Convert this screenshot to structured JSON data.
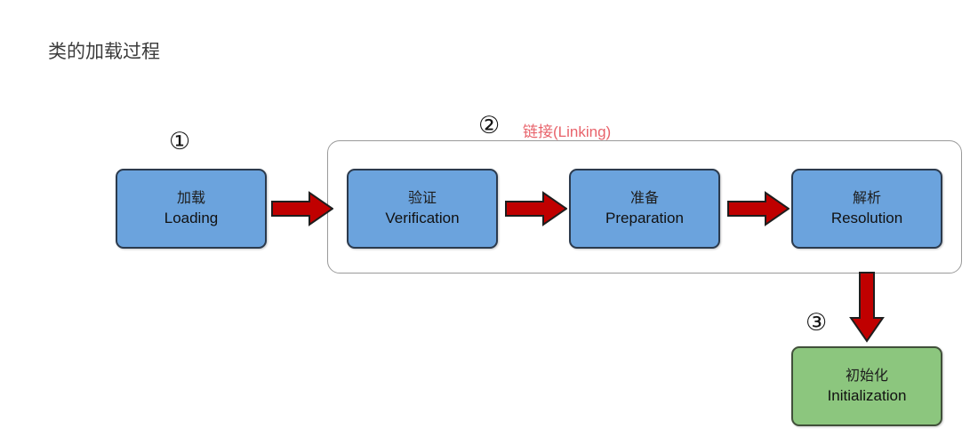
{
  "title": "类的加载过程",
  "colors": {
    "box_blue_fill": "#6ba3dd",
    "box_blue_border": "#2b3a4d",
    "box_green_fill": "#8cc67e",
    "box_green_border": "#41503a",
    "arrow_red": "#c00000",
    "arrow_outline": "#1e1e1e",
    "group_border": "#9a9a9a",
    "group_label_red": "#e8636b",
    "background": "#ffffff"
  },
  "steps": [
    {
      "badge": "①",
      "cn": "加载",
      "en": "Loading",
      "variant": "blue"
    },
    {
      "badge": "②",
      "cn": "验证",
      "en": "Verification",
      "variant": "blue"
    },
    {
      "badge": "",
      "cn": "准备",
      "en": "Preparation",
      "variant": "blue"
    },
    {
      "badge": "",
      "cn": "解析",
      "en": "Resolution",
      "variant": "blue"
    },
    {
      "badge": "③",
      "cn": "初始化",
      "en": "Initialization",
      "variant": "green"
    }
  ],
  "group": {
    "badge": "②",
    "label_cn": "链接",
    "label_en": "(Linking)"
  },
  "badges": {
    "one": "①",
    "two": "②",
    "three": "③"
  },
  "arrows": [
    {
      "name": "loading-to-verification",
      "direction": "right"
    },
    {
      "name": "verification-to-preparation",
      "direction": "right"
    },
    {
      "name": "preparation-to-resolution",
      "direction": "right"
    },
    {
      "name": "resolution-to-initialization",
      "direction": "down"
    }
  ]
}
